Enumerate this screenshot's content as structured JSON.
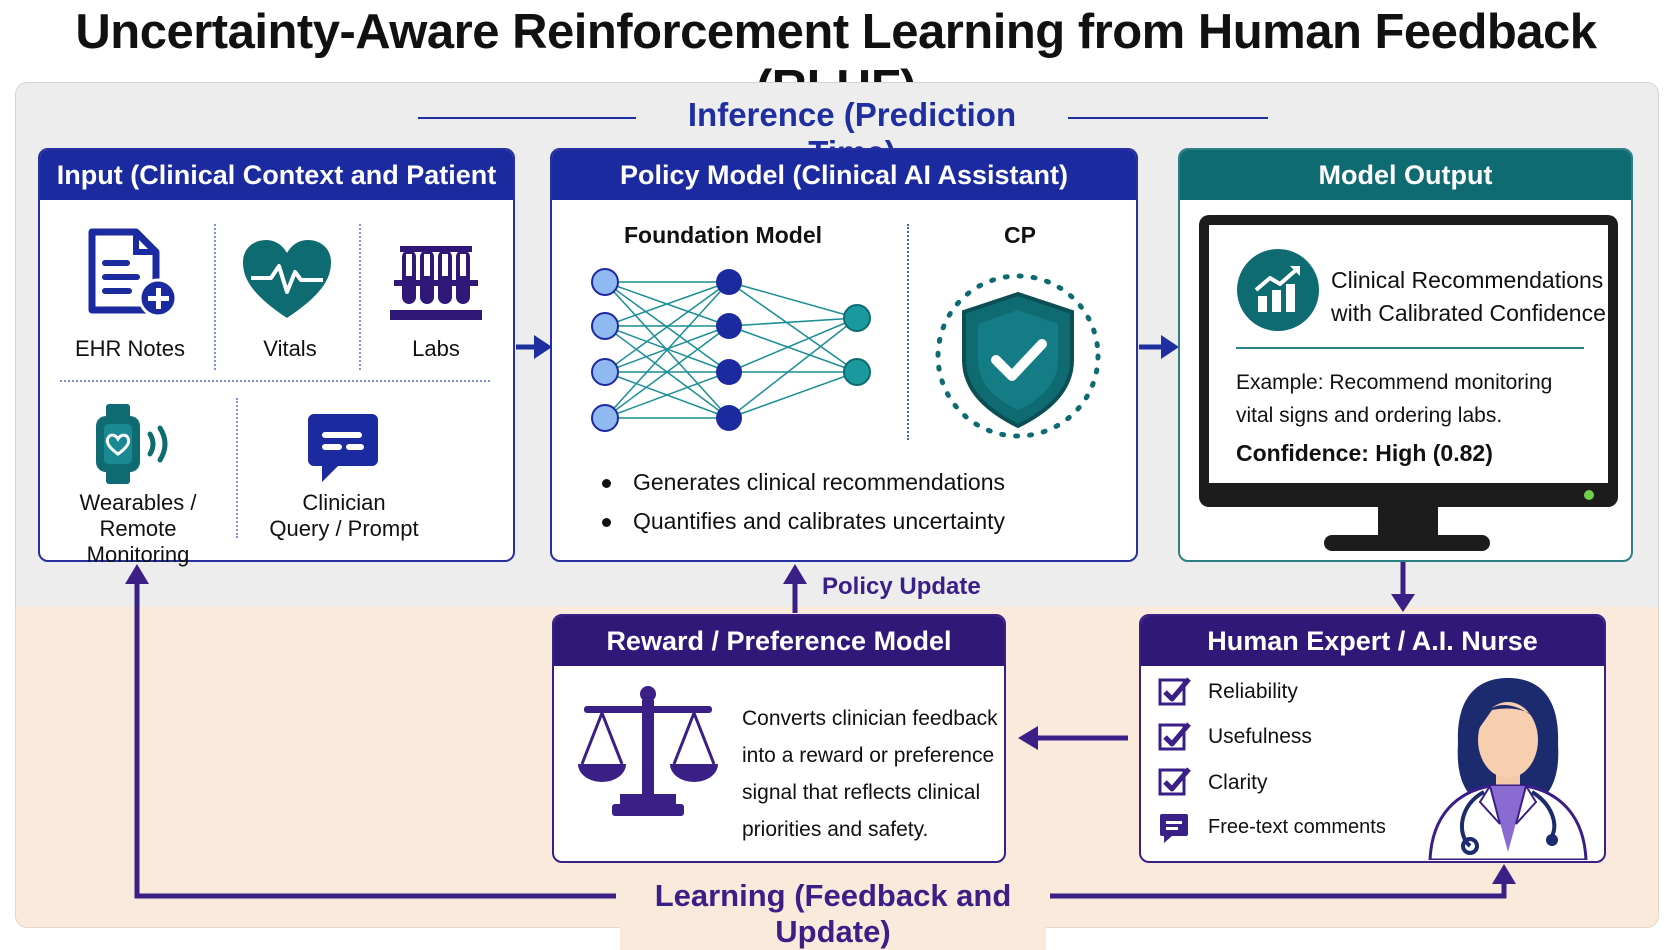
{
  "title": "Uncertainty-Aware Reinforcement Learning from Human Feedback (RLHF)",
  "inference_label": "Inference (Prediction Time)",
  "learning_label": "Learning (Feedback and Update)",
  "policy_update_label": "Policy Update",
  "input_panel": {
    "header": "Input (Clinical Context and Patient Data)",
    "items": [
      {
        "label": "EHR Notes",
        "icon": "document-plus-icon"
      },
      {
        "label": "Vitals",
        "icon": "heart-pulse-icon"
      },
      {
        "label": "Labs",
        "icon": "test-tubes-icon"
      },
      {
        "label_line1": "Wearables /",
        "label_line2": "Remote Monitoring",
        "icon": "smartwatch-icon"
      },
      {
        "label_line1": "Clinician",
        "label_line2": "Query / Prompt",
        "icon": "chat-bubble-icon"
      }
    ]
  },
  "policy_panel": {
    "header": "Policy Model (Clinical AI Assistant)",
    "foundation_label": "Foundation Model",
    "cp_label": "CP",
    "bullets": [
      "Generates clinical recommendations",
      "Quantifies and calibrates uncertainty"
    ]
  },
  "output_panel": {
    "header": "Model Output",
    "rec_line1": "Clinical Recommendations",
    "rec_line2": "with Calibrated Confidence",
    "example_line1": "Example: Recommend monitoring",
    "example_line2": "vital signs and ordering labs.",
    "confidence": "Confidence: High (0.82)"
  },
  "reward_panel": {
    "header": "Reward / Preference Model",
    "desc_lines": [
      "Converts clinician feedback",
      "into a reward or preference",
      "signal that reflects clinical",
      "priorities and safety."
    ]
  },
  "eval_panel": {
    "header": "Human Expert / A.I. Nurse Evaluation",
    "criteria": [
      "Reliability",
      "Usefulness",
      "Clarity"
    ],
    "comments": "Free-text comments"
  },
  "colors": {
    "navy": "#1c2aa0",
    "teal": "#0f6b72",
    "purple": "#2f1878",
    "inference_bg": "#ededee",
    "learning_bg": "#faeadb"
  }
}
